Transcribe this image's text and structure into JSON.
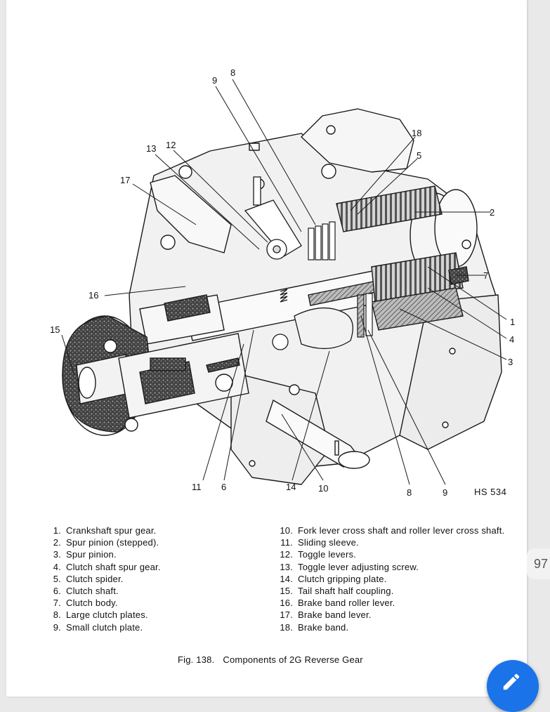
{
  "diagram": {
    "drawing_code": "HS 534",
    "callouts": [
      "1",
      "2",
      "3",
      "4",
      "5",
      "6",
      "7",
      "8",
      "9",
      "10",
      "11",
      "12",
      "13",
      "14",
      "15",
      "16",
      "17",
      "18",
      "8",
      "9"
    ]
  },
  "legend": {
    "left": [
      {
        "num": "1.",
        "text": "Crankshaft spur gear."
      },
      {
        "num": "2.",
        "text": "Spur pinion (stepped)."
      },
      {
        "num": "3.",
        "text": "Spur pinion."
      },
      {
        "num": "4.",
        "text": "Clutch shaft spur gear."
      },
      {
        "num": "5.",
        "text": "Clutch spider."
      },
      {
        "num": "6.",
        "text": "Clutch shaft."
      },
      {
        "num": "7.",
        "text": "Clutch body."
      },
      {
        "num": "8.",
        "text": "Large clutch plates."
      },
      {
        "num": "9.",
        "text": "Small clutch plate."
      }
    ],
    "right": [
      {
        "num": "10.",
        "text": "Fork lever cross shaft and roller lever cross shaft."
      },
      {
        "num": "11.",
        "text": "Sliding sleeve."
      },
      {
        "num": "12.",
        "text": "Toggle levers."
      },
      {
        "num": "13.",
        "text": "Toggle lever adjusting screw."
      },
      {
        "num": "14.",
        "text": "Clutch gripping plate."
      },
      {
        "num": "15.",
        "text": "Tail shaft half coupling."
      },
      {
        "num": "16.",
        "text": "Brake band roller lever."
      },
      {
        "num": "17.",
        "text": "Brake band lever."
      },
      {
        "num": "18.",
        "text": "Brake band."
      }
    ]
  },
  "caption": {
    "fig": "Fig. 138.",
    "title": "Components of 2G Reverse Gear"
  },
  "viewer": {
    "page_number": "97",
    "fab_icon": "pencil-edit-icon",
    "fab_color": "#1a73e8"
  }
}
